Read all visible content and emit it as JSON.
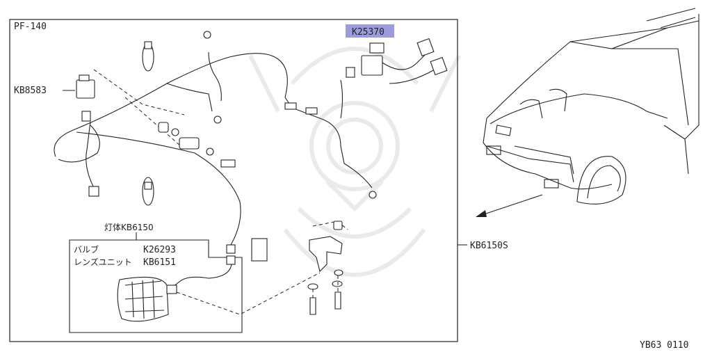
{
  "page_ref": "PF-140",
  "highlight_color": "#9b9be0",
  "parts": {
    "k25370": "K25370",
    "kb8583": "KB8583",
    "lamp_body": "灯体KB6150",
    "bulb_label": "バルブ",
    "bulb_code": "K26293",
    "lens_label": "レンズユニット",
    "lens_code": "KB6151",
    "kb6150s": "KB6150S"
  },
  "footer_code": "YB63 0110"
}
